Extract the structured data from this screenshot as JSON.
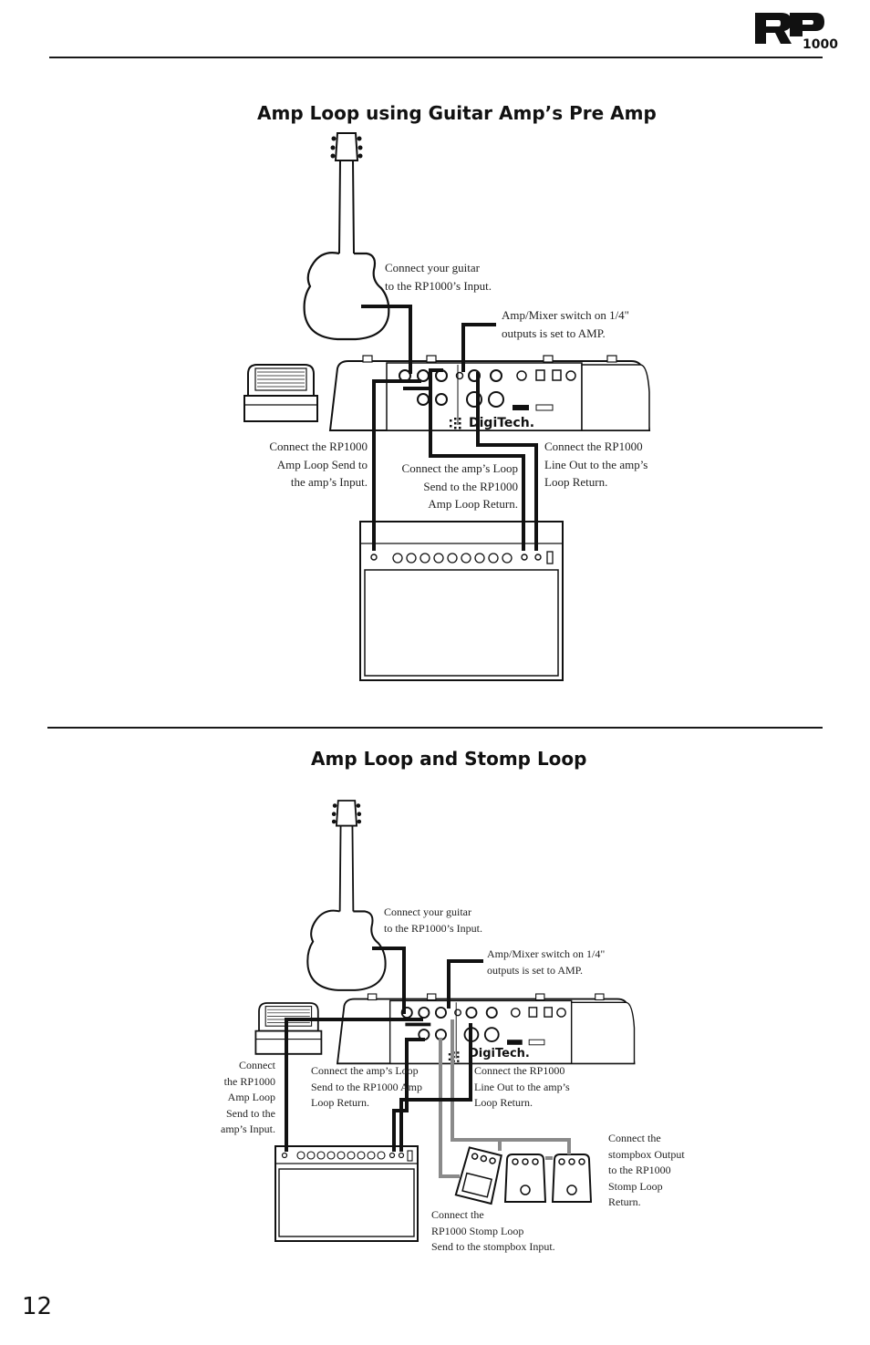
{
  "header": {
    "logo_text_main": "RP",
    "logo_text_sub": "1000"
  },
  "section1": {
    "title": "Amp Loop using Guitar Amp’s Pre Amp",
    "notes": {
      "guitar_to_input": "Connect your guitar\nto the RP1000’s Input.",
      "amp_mixer_switch": "Amp/Mixer switch on 1/4\"\noutputs is set to AMP.",
      "send_to_amp_input": "Connect the RP1000\nAmp Loop Send to\nthe amp’s Input.",
      "amp_send_to_return": "Connect the amp’s Loop\nSend to the RP1000\nAmp Loop Return.",
      "line_out_to_return": "Connect the RP1000\nLine Out to the amp’s\nLoop Return."
    },
    "brand": "DigiTech."
  },
  "section2": {
    "title": "Amp Loop and Stomp Loop",
    "notes": {
      "guitar_to_input": "Connect your guitar\nto the RP1000’s Input.",
      "amp_mixer_switch": "Amp/Mixer switch on 1/4\"\noutputs is set to AMP.",
      "send_to_amp_input": "Connect\nthe RP1000\nAmp Loop\nSend to the\namp’s Input.",
      "amp_send_to_return": "Connect the amp’s Loop\nSend to the RP1000 Amp\nLoop Return.",
      "line_out_to_return": "Connect the  RP1000\nLine Out to the amp’s\nLoop Return.",
      "stompbox_output": "Connect the\nstompbox Output\nto the RP1000\nStomp Loop\nReturn.",
      "stomp_send": "Connect the\nRP1000 Stomp Loop\nSend to the stompbox Input."
    },
    "brand": "DigiTech."
  },
  "footer": {
    "page_number": "12"
  },
  "colors": {
    "ink": "#1a1a1a",
    "stomp_cable": "#8a8a8a"
  }
}
